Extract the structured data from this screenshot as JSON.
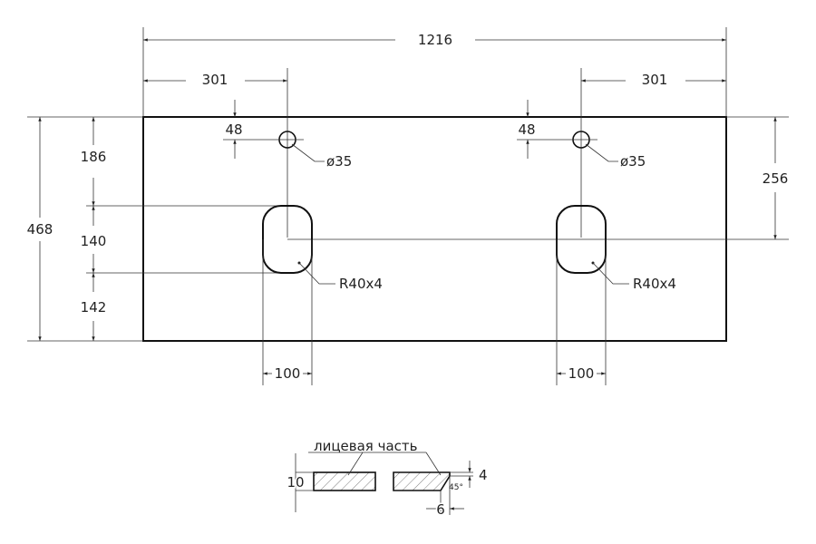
{
  "dimensions": {
    "overall_width": "1216",
    "left_offset": "301",
    "right_offset": "301",
    "hole_offset_left": "48",
    "hole_offset_right": "48",
    "hole_dia_left": "ø35",
    "hole_dia_right": "ø35",
    "height_total": "468",
    "height_top": "186",
    "height_mid": "140",
    "height_bottom": "142",
    "right_height": "256",
    "radius_left": "R40x4",
    "radius_right": "R40x4",
    "cutout_width_left": "100",
    "cutout_width_right": "100"
  },
  "section": {
    "label": "лицевая часть",
    "thickness": "10",
    "bevel_depth": "4",
    "bevel_length": "6",
    "angle": "45°"
  }
}
